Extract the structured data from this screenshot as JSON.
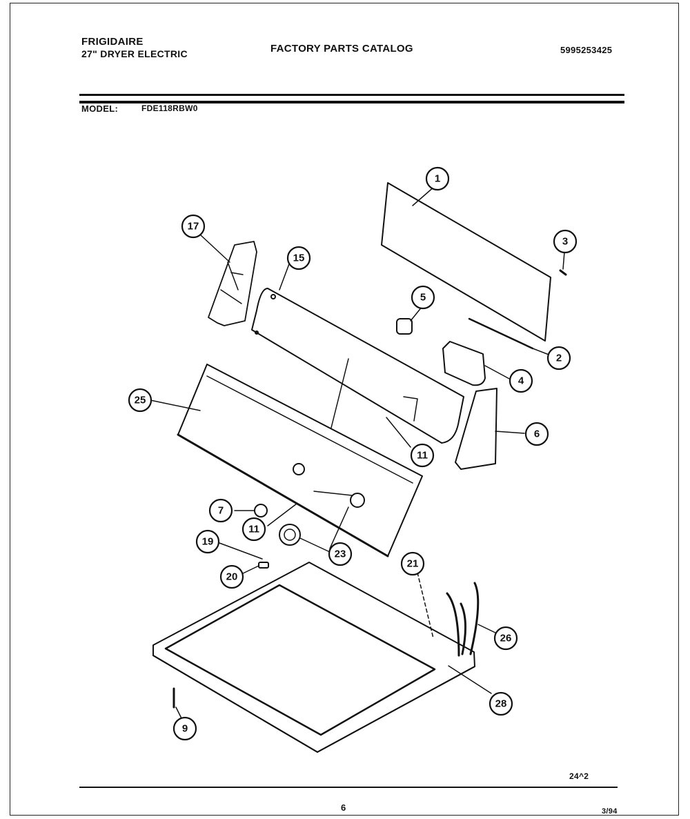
{
  "header": {
    "brand": "FRIGIDAIRE",
    "product": "27\" DRYER ELECTRIC",
    "catalog_title": "FACTORY PARTS CATALOG",
    "publication_number": "5995253425",
    "model_label": "MODEL:",
    "model_value": "FDE118RBW0"
  },
  "diagram": {
    "callouts": [
      {
        "id": "c1",
        "label": "1"
      },
      {
        "id": "c2",
        "label": "2"
      },
      {
        "id": "c3",
        "label": "3"
      },
      {
        "id": "c4",
        "label": "4"
      },
      {
        "id": "c5",
        "label": "5"
      },
      {
        "id": "c6",
        "label": "6"
      },
      {
        "id": "c7",
        "label": "7"
      },
      {
        "id": "c9",
        "label": "9"
      },
      {
        "id": "c11a",
        "label": "11"
      },
      {
        "id": "c11b",
        "label": "11"
      },
      {
        "id": "c15",
        "label": "15"
      },
      {
        "id": "c17",
        "label": "17"
      },
      {
        "id": "c19",
        "label": "19"
      },
      {
        "id": "c20",
        "label": "20"
      },
      {
        "id": "c21",
        "label": "21"
      },
      {
        "id": "c23",
        "label": "23"
      },
      {
        "id": "c25",
        "label": "25"
      },
      {
        "id": "c26",
        "label": "26"
      },
      {
        "id": "c28",
        "label": "28"
      }
    ]
  },
  "footer": {
    "reference": "24^2",
    "page_number": "6",
    "date": "3/94"
  }
}
